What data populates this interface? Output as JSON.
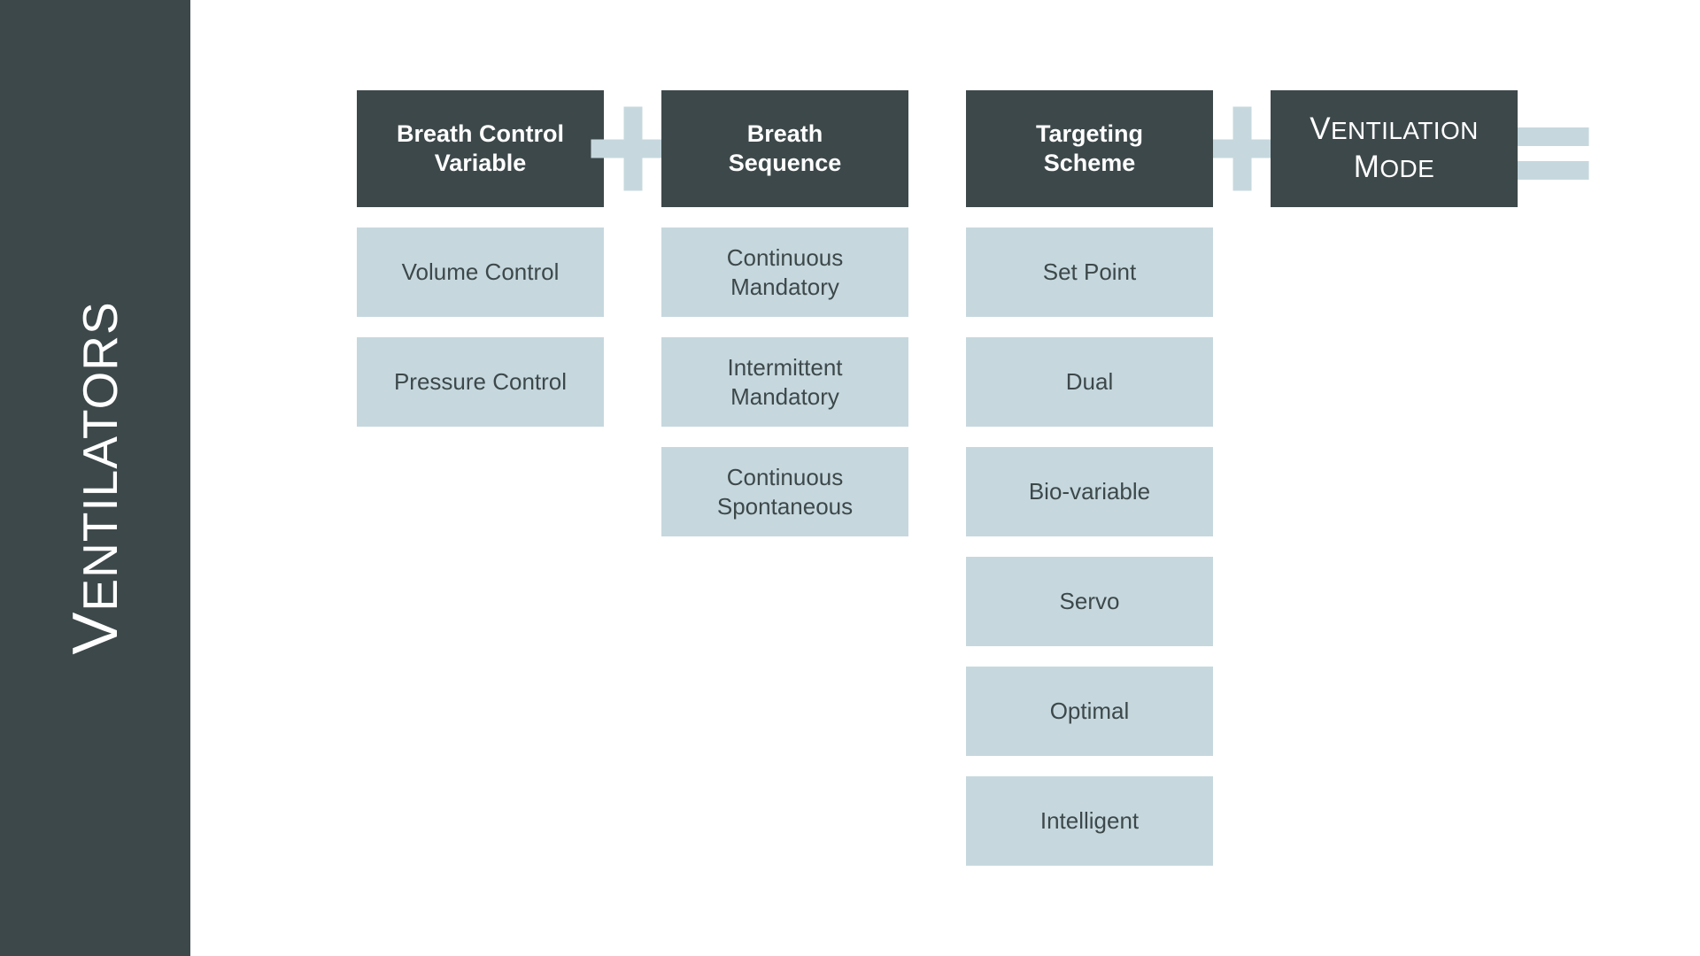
{
  "sidebar": {
    "title": "VENTILATORS",
    "title_first_letter": "V",
    "title_rest": "ENTILATORS",
    "background_color": "#3d484a",
    "text_color": "#ffffff"
  },
  "theme": {
    "dark": "#3d484a",
    "light_blue": "#c6d8de",
    "page_background": "#ffffff"
  },
  "equation": {
    "operator_1": "plus-sign",
    "operator_2": "plus-sign",
    "operator_3": "equals-sign"
  },
  "columns": [
    {
      "header": "Breath Control\nVariable",
      "header_line_1": "Breath Control",
      "header_line_2": "Variable",
      "items": [
        {
          "label": "Volume Control"
        },
        {
          "label": "Pressure Control"
        }
      ]
    },
    {
      "header": "Breath\nSequence",
      "header_line_1": "Breath",
      "header_line_2": "Sequence",
      "items": [
        {
          "label": "Continuous\nMandatory",
          "line_1": "Continuous",
          "line_2": "Mandatory"
        },
        {
          "label": "Intermittent\nMandatory",
          "line_1": "Intermittent",
          "line_2": "Mandatory"
        },
        {
          "label": "Continuous\nSpontaneous",
          "line_1": "Continuous",
          "line_2": "Spontaneous"
        }
      ]
    },
    {
      "header": "Targeting\nScheme",
      "header_line_1": "Targeting",
      "header_line_2": "Scheme",
      "items": [
        {
          "label": "Set Point"
        },
        {
          "label": "Dual"
        },
        {
          "label": "Bio-variable"
        },
        {
          "label": "Servo"
        },
        {
          "label": "Optimal"
        },
        {
          "label": "Intelligent"
        }
      ]
    },
    {
      "header": "VENTILATION MODE",
      "header_line_1_first": "V",
      "header_line_1_rest": "ENTILATION",
      "header_line_2_first": "M",
      "header_line_2_rest": "ODE",
      "items": []
    }
  ]
}
